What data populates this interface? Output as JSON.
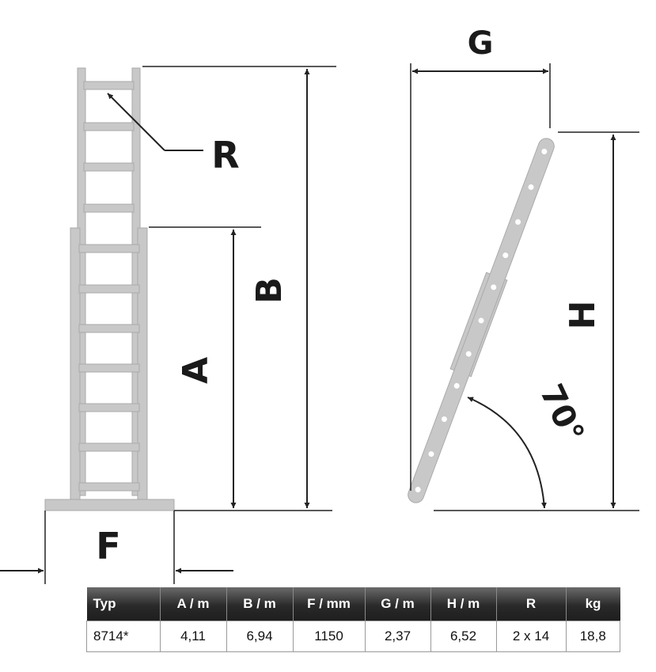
{
  "labels": {
    "a": "A",
    "b": "B",
    "r": "R",
    "f": "F",
    "g": "G",
    "h": "H",
    "angle": "70°"
  },
  "table": {
    "headers": [
      "Typ",
      "A / m",
      "B / m",
      "F / mm",
      "G / m",
      "H / m",
      "R",
      "kg"
    ],
    "rows": [
      [
        "8714*",
        "4,11",
        "6,94",
        "1150",
        "2,37",
        "6,52",
        "2 x 14",
        "18,8"
      ]
    ]
  },
  "colors": {
    "ladder": "#c8c8c8",
    "ladder_outline": "#aaaaaa",
    "lines": "#222222"
  }
}
